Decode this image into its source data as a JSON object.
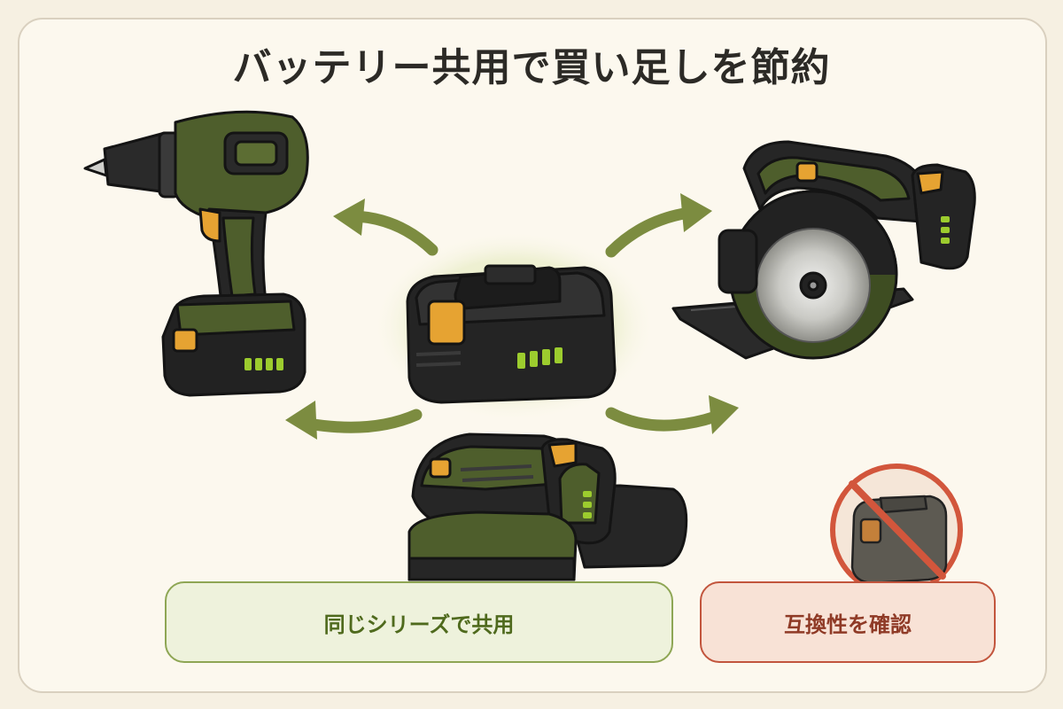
{
  "title": "バッテリー共用で買い足しを節約",
  "labels": {
    "shared": "同じシリーズで共用",
    "check": "互換性を確認"
  },
  "colors": {
    "body_green": "#4e5e2c",
    "body_black": "#222222",
    "accent_orange": "#e6a332",
    "led_green": "#9ccc2e",
    "arrow_green": "#7c8c40",
    "warning_red": "#d2563c"
  },
  "icons": [
    "drill-icon",
    "circular-saw-icon",
    "orbital-sander-icon",
    "battery-icon",
    "prohibited-battery-icon",
    "arrow-icon"
  ]
}
